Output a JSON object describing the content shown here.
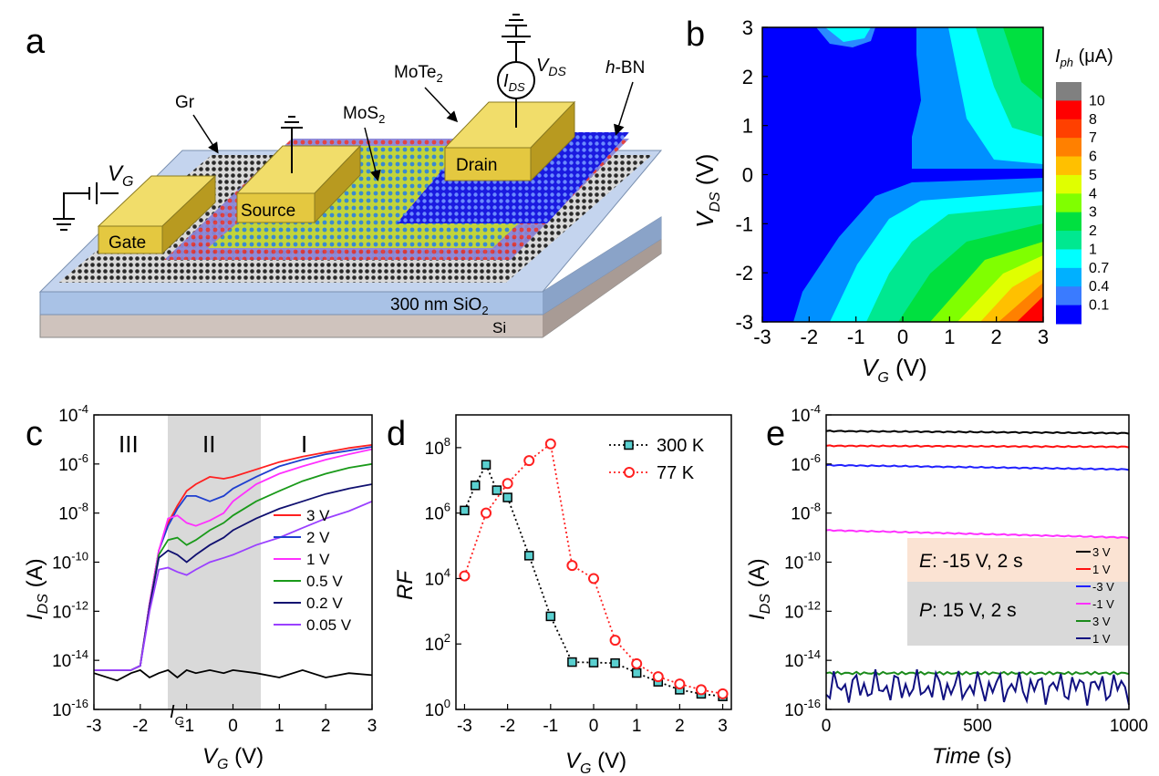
{
  "panels": {
    "a": {
      "label": "a",
      "labels": {
        "gate": "Gate",
        "source": "Source",
        "drain": "Drain",
        "gr": "Gr",
        "mos2": "MoS",
        "mos2_sub": "2",
        "mote2": "MoTe",
        "mote2_sub": "2",
        "hbn_italic": "h",
        "hbn_rest": "-BN",
        "vg": "V",
        "vg_sub": "G",
        "vds": "V",
        "vds_sub": "DS",
        "ids": "I",
        "ids_sub": "DS",
        "sio2": "300 nm SiO",
        "sio2_sub": "2",
        "si": "Si"
      }
    },
    "b": {
      "label": "b",
      "colorbar_title": "I",
      "colorbar_title_sub": "ph",
      "colorbar_unit": " (μA)",
      "colorbar_ticks": [
        "10",
        "8",
        "7",
        "6",
        "5",
        "4",
        "3",
        "2",
        "1",
        "0.7",
        "0.4",
        "0.1"
      ],
      "colorbar_colors": [
        "#808080",
        "#ff0000",
        "#ff4000",
        "#ff8000",
        "#ffc000",
        "#e0ff00",
        "#80ff00",
        "#00e040",
        "#00e890",
        "#00ffff",
        "#00b0ff",
        "#3a7bff",
        "#0000ff"
      ],
      "xlabel": "V",
      "xlabel_sub": "G",
      "xunit": " (V)",
      "ylabel": "V",
      "ylabel_sub": "DS",
      "yunit": " (V)",
      "xticks": [
        "-3",
        "-2",
        "-1",
        "0",
        "1",
        "2",
        "3"
      ],
      "yticks": [
        "3",
        "2",
        "1",
        "0",
        "-1",
        "-2",
        "-3"
      ]
    },
    "c": {
      "label": "c",
      "regions": [
        "III",
        "II",
        "I"
      ],
      "xlabel": "V",
      "xlabel_sub": "G",
      "xunit": " (V)",
      "ylabel": "I",
      "ylabel_sub": "DS",
      "yunit": " (A)",
      "ig_label": "I",
      "ig_label_sub": "G",
      "xticks": [
        "-3",
        "-2",
        "-1",
        "0",
        "1",
        "2",
        "3"
      ],
      "ytick_base": "10",
      "ytick_exps": [
        "-4",
        "-6",
        "-8",
        "-10",
        "-12",
        "-14",
        "-16"
      ]
    },
    "d": {
      "label": "d",
      "xlabel": "V",
      "xlabel_sub": "G",
      "xunit": " (V)",
      "ylabel": "RF",
      "xticks": [
        "-3",
        "-2",
        "-1",
        "0",
        "1",
        "2",
        "3"
      ],
      "ytick_base": "10",
      "ytick_exps": [
        "8",
        "6",
        "4",
        "2",
        "0"
      ]
    },
    "e": {
      "label": "e",
      "xlabel": "Time",
      "xunit": " (s)",
      "ylabel": "I",
      "ylabel_sub": "DS",
      "yunit": " (A)",
      "xticks": [
        "0",
        "500",
        "1000"
      ],
      "ytick_base": "10",
      "ytick_exps": [
        "-4",
        "-6",
        "-8",
        "-10",
        "-12",
        "-14",
        "-16"
      ],
      "erase_label": "E",
      "erase_text": ": -15 V, 2 s",
      "program_label": "P",
      "program_text": ": 15 V, 2 s"
    }
  },
  "chart_data": [
    {
      "panel": "c",
      "type": "line",
      "xlabel": "VG (V)",
      "ylabel": "IDS (A)",
      "xlim": [
        -3,
        3
      ],
      "ylim": [
        1e-16,
        0.0001
      ],
      "yscale": "log",
      "shaded_region_x": [
        -1.5,
        0.5
      ],
      "x": [
        -3,
        -2.5,
        -2.2,
        -2.0,
        -1.8,
        -1.6,
        -1.4,
        -1.2,
        -1.0,
        -0.8,
        -0.5,
        -0.2,
        0.0,
        0.5,
        1.0,
        1.5,
        2.0,
        2.5,
        3.0
      ],
      "series": [
        {
          "name": "3 V",
          "color": "#ff2020",
          "values": [
            4e-15,
            4e-15,
            4e-15,
            6e-15,
            2e-12,
            3e-10,
            4e-09,
            2e-08,
            8e-08,
            1.5e-07,
            3e-07,
            2.5e-07,
            3e-07,
            6e-07,
            1.2e-06,
            2e-06,
            3e-06,
            4.5e-06,
            6e-06
          ]
        },
        {
          "name": "2 V",
          "color": "#1f3fcf",
          "values": [
            4e-15,
            4e-15,
            4e-15,
            6e-15,
            2e-12,
            3e-10,
            3e-09,
            1.5e-08,
            5e-08,
            5e-08,
            3e-08,
            5e-08,
            1e-07,
            3e-07,
            8e-07,
            1.5e-06,
            2.5e-06,
            3.5e-06,
            5e-06
          ]
        },
        {
          "name": "1 V",
          "color": "#ff30ff",
          "values": [
            4e-15,
            4e-15,
            4e-15,
            6e-15,
            2e-12,
            3e-10,
            6e-09,
            8e-09,
            4e-09,
            3e-09,
            5e-09,
            1e-08,
            3e-08,
            1.5e-07,
            4e-07,
            8e-07,
            1.5e-06,
            2.5e-06,
            4e-06
          ]
        },
        {
          "name": "0.5 V",
          "color": "#1a9a1a",
          "values": [
            4e-15,
            4e-15,
            4e-15,
            6e-15,
            1.5e-12,
            2e-10,
            8e-10,
            1e-09,
            5e-10,
            8e-10,
            2e-09,
            4e-09,
            8e-09,
            3e-08,
            8e-08,
            2e-07,
            4e-07,
            7e-07,
            1e-06
          ]
        },
        {
          "name": "0.2 V",
          "color": "#101070",
          "values": [
            4e-15,
            4e-15,
            4e-15,
            6e-15,
            1.5e-12,
            1.5e-10,
            3e-10,
            2e-10,
            1e-10,
            2e-10,
            5e-10,
            1e-09,
            2e-09,
            6e-09,
            1.5e-08,
            3e-08,
            6e-08,
            1e-07,
            1.5e-07
          ]
        },
        {
          "name": "0.05 V",
          "color": "#9a40ff",
          "values": [
            4e-15,
            4e-15,
            4e-15,
            6e-15,
            1e-12,
            5e-11,
            6e-11,
            4e-11,
            3e-11,
            5e-11,
            1e-10,
            1.5e-10,
            2e-10,
            5e-10,
            1e-09,
            2.5e-09,
            6e-09,
            1.2e-08,
            3e-08
          ]
        },
        {
          "name": "IG",
          "color": "#000000",
          "values": [
            3e-15,
            1.5e-15,
            3e-15,
            4e-15,
            2e-15,
            3e-15,
            4e-15,
            2e-15,
            4e-15,
            3e-15,
            4e-15,
            3e-15,
            4e-15,
            3e-15,
            2e-15,
            4e-15,
            2e-15,
            3e-15,
            2.5e-15
          ]
        }
      ]
    },
    {
      "panel": "d",
      "type": "line",
      "xlabel": "VG (V)",
      "ylabel": "RF",
      "xlim": [
        -3.2,
        3.2
      ],
      "ylim": [
        1,
        1000000000.0
      ],
      "yscale": "log",
      "legend": "top-right",
      "series": [
        {
          "name": "300 K",
          "color": "#000000",
          "marker": "square",
          "x": [
            -3,
            -2.75,
            -2.5,
            -2.25,
            -2,
            -1.5,
            -1,
            -0.5,
            0,
            0.5,
            1,
            1.5,
            2,
            2.5,
            3
          ],
          "values": [
            1200000.0,
            7000000.0,
            30000000.0,
            5000000.0,
            3000000.0,
            50000.0,
            700,
            28,
            27,
            26,
            13,
            7,
            4,
            3,
            2.5
          ]
        },
        {
          "name": "77 K",
          "color": "#ff2020",
          "marker": "circle",
          "x": [
            -3,
            -2.5,
            -2,
            -1.5,
            -1,
            -0.5,
            0,
            0.5,
            1,
            1.5,
            2,
            2.5,
            3
          ],
          "values": [
            12000.0,
            1000000.0,
            8000000.0,
            40000000.0,
            130000000.0,
            25000.0,
            10000.0,
            130,
            25,
            10,
            6,
            4,
            3
          ]
        }
      ]
    },
    {
      "panel": "e",
      "type": "line",
      "xlabel": "Time (s)",
      "ylabel": "IDS (A)",
      "xlim": [
        0,
        1000
      ],
      "ylim": [
        1e-16,
        0.0001
      ],
      "yscale": "log",
      "legend": "bottom-right",
      "series": [
        {
          "name": "3 V",
          "group": "E",
          "color": "#000000",
          "values": [
            2.2e-05,
            1.8e-05
          ]
        },
        {
          "name": "1 V",
          "group": "E",
          "color": "#ff1010",
          "values": [
            5.5e-06,
            5e-06
          ]
        },
        {
          "name": "-3 V",
          "group": "E",
          "color": "#2020ff",
          "values": [
            9e-07,
            6e-07
          ]
        },
        {
          "name": "-1 V",
          "group": "E",
          "color": "#ff30ff",
          "values": [
            2e-09,
            1e-09
          ]
        },
        {
          "name": "3 V",
          "group": "P",
          "color": "#1a8a1a",
          "values": [
            3e-15,
            3e-15
          ]
        },
        {
          "name": "1 V",
          "group": "P",
          "color": "#101080",
          "values": [
            8e-16,
            8e-16
          ]
        }
      ]
    }
  ]
}
